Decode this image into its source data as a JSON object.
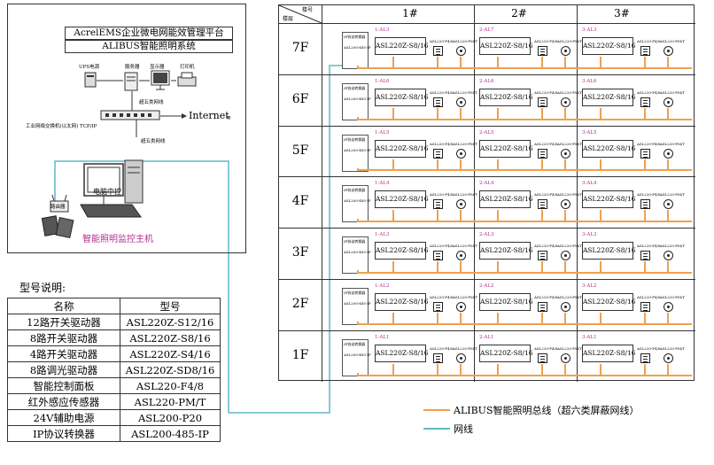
{
  "system": {
    "title1": "AcrelEMS企业微电网能效管理平台",
    "title2": "ALIBUS智能照明系统",
    "ups_label": "UPS电源",
    "server_label": "服务器",
    "display_label": "显示器",
    "printer_label": "打印机",
    "super5_top": "超五类网线",
    "internet_label": "Internet",
    "switch_label": "工业网络交换机(以太网) TCP/IP",
    "super5_bottom": "超五类网线",
    "pc_label": "电脑中控",
    "router_label": "路由器",
    "host_label": "智能照明监控主机"
  },
  "model_table": {
    "title": "型号说明:",
    "headers": [
      "名称",
      "型号"
    ],
    "rows": [
      [
        "12路开关驱动器",
        "ASL220Z-S12/16"
      ],
      [
        "8路开关驱动器",
        "ASL220Z-S8/16"
      ],
      [
        "4路开关驱动器",
        "ASL220Z-S4/16"
      ],
      [
        "8路调光驱动器",
        "ASL220Z-SD8/16"
      ],
      [
        "智能控制面板",
        "ASL220-F4/8"
      ],
      [
        "红外感应传感器",
        "ASL220-PM/T"
      ],
      [
        "24V辅助电源",
        "ASL200-P20"
      ],
      [
        "IP协议转换器",
        "ASL200-485-IP"
      ]
    ]
  },
  "grid": {
    "corner_top": "楼号",
    "corner_bottom": "楼层",
    "columns": [
      "1#",
      "2#",
      "3#"
    ],
    "converter_title": "IP协议转换器",
    "converter_model": "ASL200-485-IP",
    "panel_tag": "ASL220-F4/8",
    "sensor_tag": "ASL220-PM/T",
    "floors": [
      {
        "floor": "7F",
        "cells": [
          {
            "tag": "1-AL3",
            "model": "ASL220Z-S8/16"
          },
          {
            "tag": "2-AL7",
            "model": "ASL220Z-S8/16"
          },
          {
            "tag": "3-AL3",
            "model": "ASL220Z-S8/16"
          }
        ]
      },
      {
        "floor": "6F",
        "cells": [
          {
            "tag": "1-AL6",
            "model": "ASL220Z-S8/16"
          },
          {
            "tag": "2-AL6",
            "model": "ASL220Z-S8/16"
          },
          {
            "tag": "3-AL6",
            "model": "ASL220Z-S8/16"
          }
        ]
      },
      {
        "floor": "5F",
        "cells": [
          {
            "tag": "1-AL5",
            "model": "ASL220Z-S8/16"
          },
          {
            "tag": "2-AL5",
            "model": "ASL220Z-S8/16"
          },
          {
            "tag": "3-AL5",
            "model": "ASL220Z-S8/16"
          }
        ]
      },
      {
        "floor": "4F",
        "cells": [
          {
            "tag": "1-AL4",
            "model": "ASL220Z-S8/16"
          },
          {
            "tag": "2-AL4",
            "model": "ASL220Z-S8/16"
          },
          {
            "tag": "3-AL4",
            "model": "ASL220Z-S8/16"
          }
        ]
      },
      {
        "floor": "3F",
        "cells": [
          {
            "tag": "1-AL3",
            "model": "ASL220Z-S8/16"
          },
          {
            "tag": "2-AL3",
            "model": "ASL220Z-S8/16"
          },
          {
            "tag": "3-AL3",
            "model": "ASL220Z-S8/16"
          }
        ]
      },
      {
        "floor": "2F",
        "cells": [
          {
            "tag": "1-AL2",
            "model": "ASL220Z-S8/16"
          },
          {
            "tag": "2-AL2",
            "model": "ASL220Z-S8/16"
          },
          {
            "tag": "3-AL2",
            "model": "ASL220Z-S8/16"
          }
        ]
      },
      {
        "floor": "1F",
        "cells": [
          {
            "tag": "1-AL1",
            "model": "ASL220Z-S8/16"
          },
          {
            "tag": "2-AL1",
            "model": "ASL220Z-S8/16"
          },
          {
            "tag": "3-AL1",
            "model": "ASL220Z-S8/16"
          }
        ]
      }
    ]
  },
  "legend": {
    "bus_label": "ALIBUS智能照明总线（超六类屏蔽网线）",
    "net_label": "网线"
  },
  "colors": {
    "bus": "#f0a050",
    "network": "#5fb8c8",
    "tag": "#b0308c",
    "border": "#333333"
  }
}
